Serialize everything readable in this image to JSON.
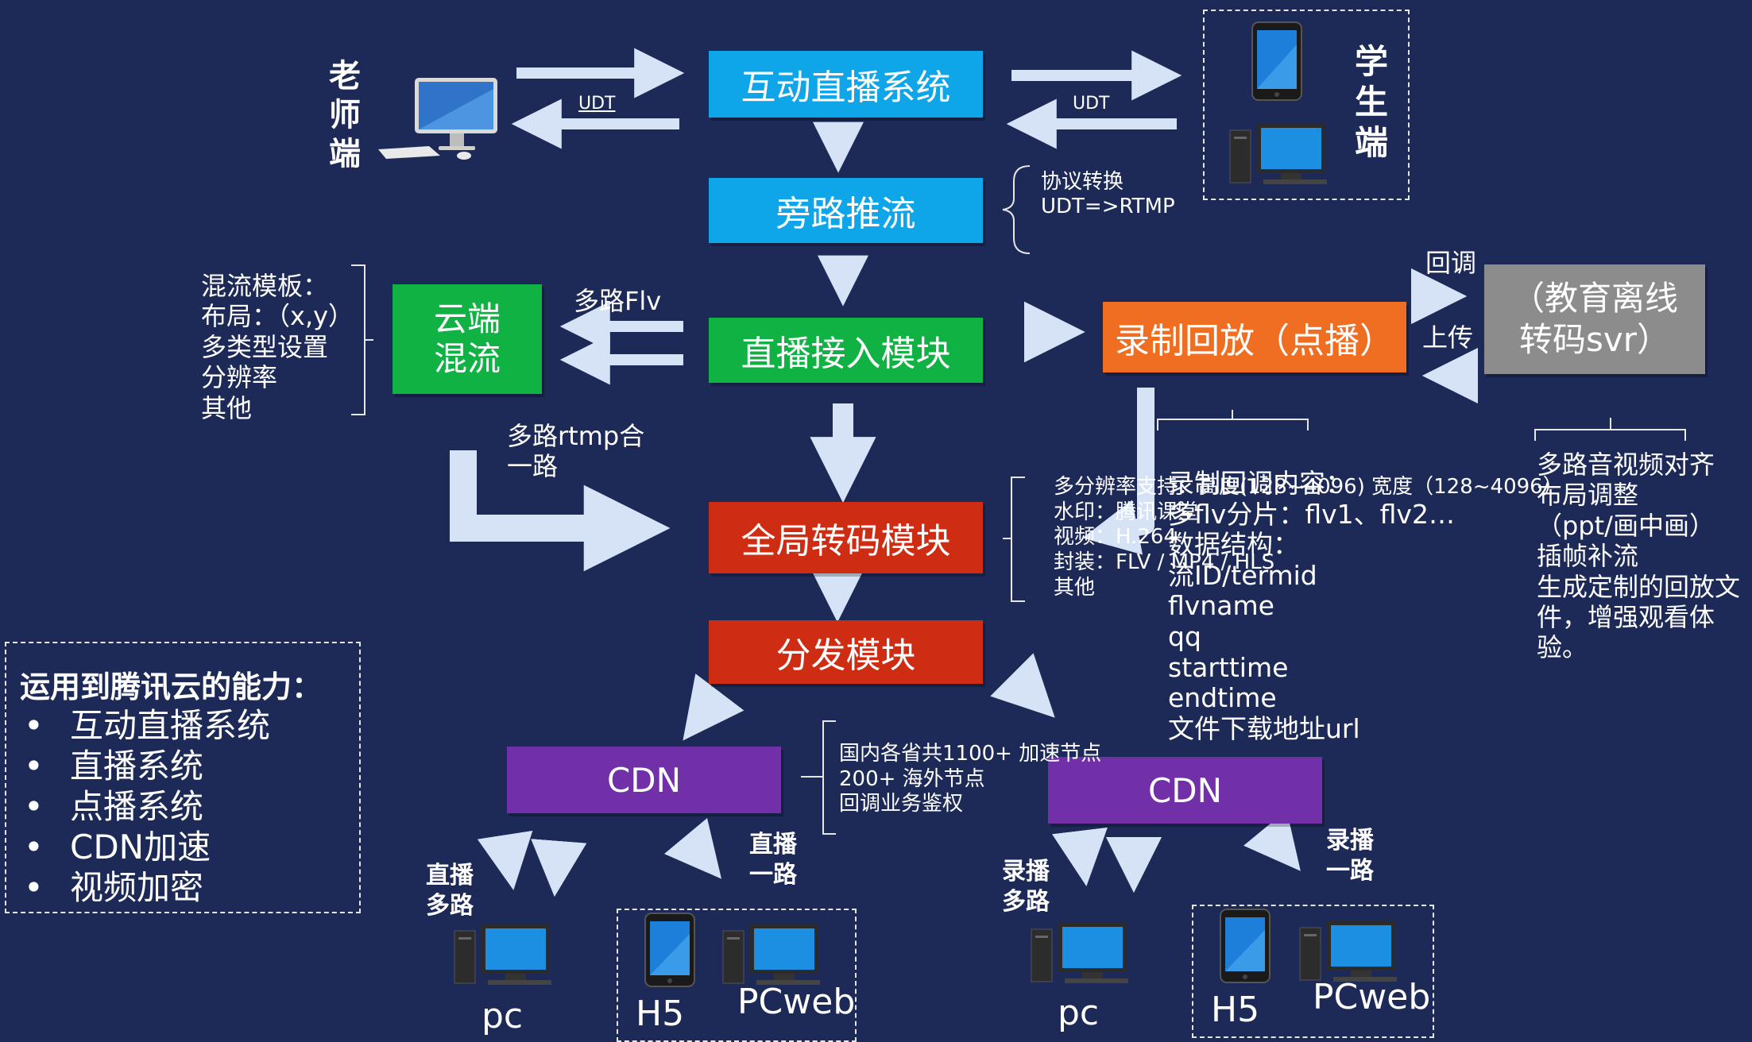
{
  "teacher": {
    "label": "老师端",
    "udt": "UDT"
  },
  "student": {
    "label": "学生端",
    "udt": "UDT"
  },
  "boxes": {
    "interactive": "互动直播系统",
    "bypass": "旁路推流",
    "ingest": "直播接入模块",
    "cloud_mix": "云端\n混流",
    "record": "录制回放（点播）",
    "edu_offline": "（教育离线\n转码svr）",
    "transcode": "全局转码模块",
    "distribute": "分发模块",
    "cdn_left": "CDN",
    "cdn_right": "CDN"
  },
  "notes": {
    "protocol": "协议转换\nUDT=>RTMP",
    "multi_flv": "多路Flv",
    "mix_template": "混流模板：\n布局：（x,y）\n多类型设置\n分辨率\n其他",
    "multi_rtmp": "多路rtmp合\n一路",
    "callback": "回调",
    "upload": "上传",
    "transcode_params": "多分辨率支持：高度(128~4096) 宽度（128~4096）\n水印：腾讯课堂\n视频：H.264\n封装：FLV / MP4 / HLS\n其他",
    "record_callback": "录制回调内容：\n多flv分片：flv1、flv2…\n数据结构：\n流ID/termid\nflvname\nqq\nstarttime\nendtime\n文件下载地址url",
    "offline_desc": "多路音视频对齐\n布局调整\n（ppt/画中画）\n插帧补流\n生成定制的回放文\n件，增强观看体验。",
    "cdn_info": "国内各省共1100+ 加速节点\n 200+ 海外节点\n回调业务鉴权",
    "live_multi": "直播\n多路",
    "live_single": "直播\n一路",
    "rec_multi": "录播\n多路",
    "rec_single": "录播\n一路"
  },
  "clients": {
    "pc": "pc",
    "h5": "H5",
    "pcweb": "PCweb"
  },
  "capabilities": {
    "title": "运用到腾讯云的能力：",
    "items": [
      "互动直播系统",
      "直播系统",
      "点播系统",
      "CDN加速",
      "视频加密"
    ]
  },
  "colors": {
    "background": "#1d2a57",
    "arrow": "#d6e2f5",
    "blue": "#0ea5e9",
    "green": "#10b244",
    "orange": "#ef6e22",
    "red": "#cf2c14",
    "purple": "#7230a8",
    "gray": "#8c8c8c"
  }
}
